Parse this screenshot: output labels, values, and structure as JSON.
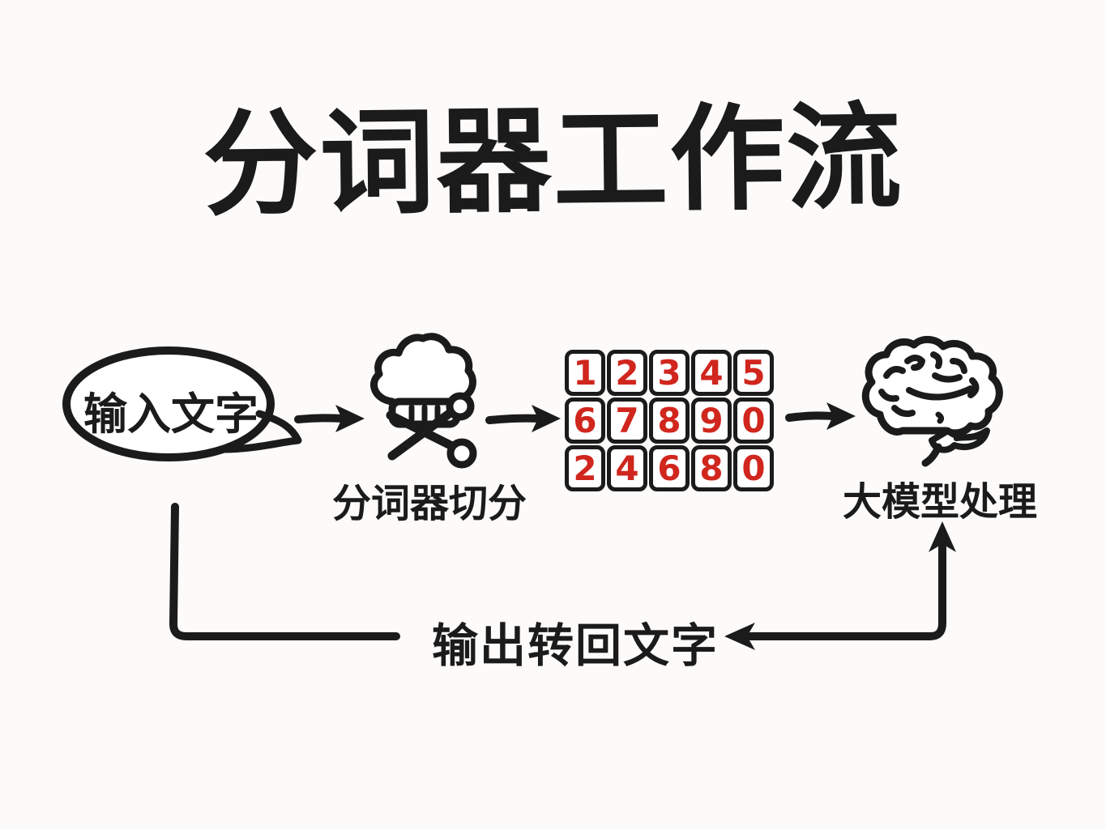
{
  "title": "分词器工作流",
  "flow": {
    "input": {
      "label": "输入文字",
      "shape": "speech-bubble"
    },
    "tokenizer": {
      "label": "分词器切分",
      "icon": "chef-hat-scissors-icon"
    },
    "tokens": {
      "rows": [
        [
          "1",
          "2",
          "3",
          "4",
          "5"
        ],
        [
          "6",
          "7",
          "8",
          "9",
          "0"
        ],
        [
          "2",
          "4",
          "6",
          "8",
          "0"
        ]
      ]
    },
    "model": {
      "label": "大模型处理",
      "icon": "brain-icon"
    }
  },
  "loop": {
    "label": "输出转回文字"
  },
  "colors": {
    "ink": "#1b1b1b",
    "token_red": "#d0261e",
    "background": "#fcfbf9"
  }
}
